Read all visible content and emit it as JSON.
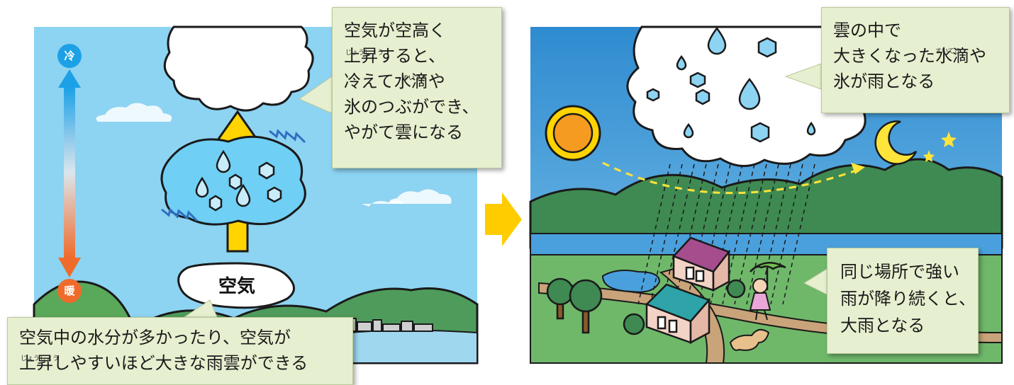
{
  "left": {
    "thermo_top": "冷",
    "thermo_bottom": "暖",
    "air_label": "空気",
    "callout_top": [
      "空気が空高く",
      "上昇すると、",
      "冷えて水滴や",
      "氷のつぶができ、",
      "やがて雲になる"
    ],
    "callout_top_ruby": [
      "じょうしょう",
      "すいてき"
    ],
    "callout_bottom": [
      "空気中の水分が多かったり、空気が",
      "上昇しやすいほど大きな雨雲ができる"
    ],
    "callout_bottom_ruby": [
      "じょうしょう"
    ]
  },
  "right": {
    "callout_top": [
      "雲の中で",
      "大きくなった水滴や",
      "氷が雨となる"
    ],
    "callout_top_ruby": [
      "すいてき"
    ],
    "callout_bottom": [
      "同じ場所で強い",
      "雨が降り続くと、",
      "大雨となる"
    ],
    "callout_bottom_ruby": [
      "ふ"
    ]
  },
  "colors": {
    "sky": "#8dd3f2",
    "grass": "#6fb86a",
    "callout": "#e6efcf",
    "arrow_yellow": "#ffd400",
    "transition_arrow": "#ffcc00",
    "cold": "#1da1e6",
    "warm": "#ef6b2b"
  },
  "icons": [
    "sun-icon",
    "moon-icon",
    "star-icon",
    "umbrella-icon",
    "house-icon",
    "dog-icon",
    "tree-icon"
  ]
}
